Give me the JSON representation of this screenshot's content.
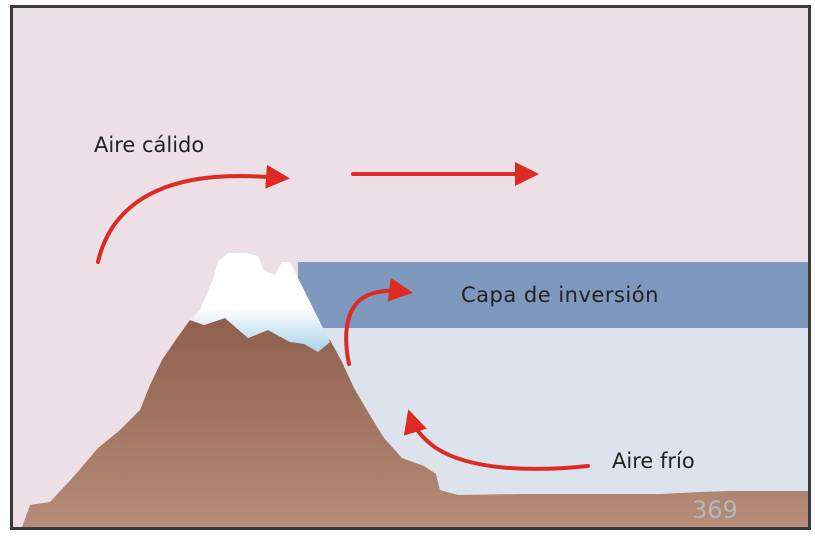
{
  "labels": {
    "warm_air": "Aire cálido",
    "inversion_layer": "Capa de inversión",
    "cold_air": "Aire frío",
    "page_number": "369"
  },
  "colors": {
    "warm_air_background": "#eddfe6",
    "inversion_layer": "#7f98bd",
    "cold_air": "#dde3ed",
    "mountain": "#a27563",
    "snow": "#ffffff",
    "arrow": "#dd2a22",
    "frame": "#3a3a3a",
    "page_number": "#b6b6bd"
  }
}
